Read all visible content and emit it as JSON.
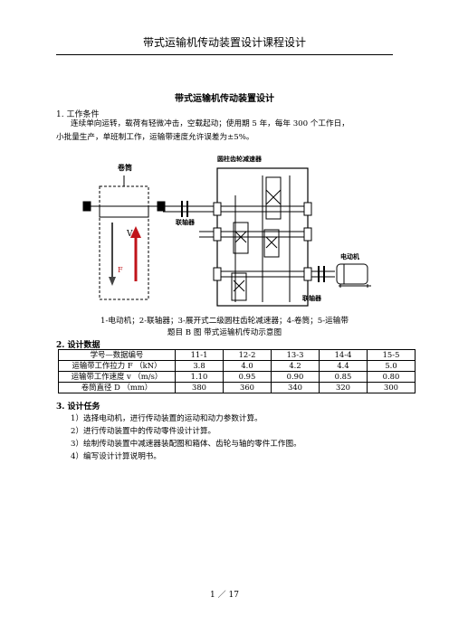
{
  "header": {
    "title": "带式运输机传动装置设计课程设计"
  },
  "doc_title": "带式运输机传动装置设计",
  "section1": {
    "heading": "1. 工作条件",
    "line1": "连续单向运转，载荷有轻微冲击，空载起动；使用期 5 年，每年 300 个工作日，",
    "line2": "小批量生产，单班制工作，运输带速度允许误差为±5%。"
  },
  "diagram": {
    "label_drum": "卷筒",
    "label_coupling_top": "联轴器",
    "label_reducer": "圆柱齿轮减速器",
    "label_motor": "电动机",
    "label_coupling_bottom": "联轴器",
    "label_v": "V",
    "label_f": "F"
  },
  "caption": {
    "line1": "1-电动机；2-联轴器；3-展开式二级圆柱齿轮减速器；4-卷筒；5-运输带",
    "line2": "题目 B 图  带式运输机传动示意图"
  },
  "section2": {
    "heading": "2.  设计数据"
  },
  "table": {
    "rows": [
      [
        "学号—数据编号",
        "11-1",
        "12-2",
        "13-3",
        "14-4",
        "15-5"
      ],
      [
        "运输带工作拉力 F （kN）",
        "3.8",
        "4.0",
        "4.2",
        "4.4",
        "5.0"
      ],
      [
        "运输带工作速度 v （m/s）",
        "1.10",
        "0.95",
        "0.90",
        "0.85",
        "0.80"
      ],
      [
        "卷筒直径 D （mm）",
        "380",
        "360",
        "340",
        "320",
        "300"
      ]
    ]
  },
  "section3": {
    "heading": "3.  设计任务",
    "tasks": [
      "1）选择电动机，进行传动装置的运动和动力参数计算。",
      "2）进行传动装置中的传动零件设计计算。",
      "3）绘制传动装置中减速器装配图和箱体、齿轮与轴的零件工作图。",
      "4）编写设计计算说明书。"
    ]
  },
  "footer": {
    "page": "1  ／  17"
  },
  "colors": {
    "arrow_red": "#c0141a",
    "arrow_dark": "#444444"
  }
}
